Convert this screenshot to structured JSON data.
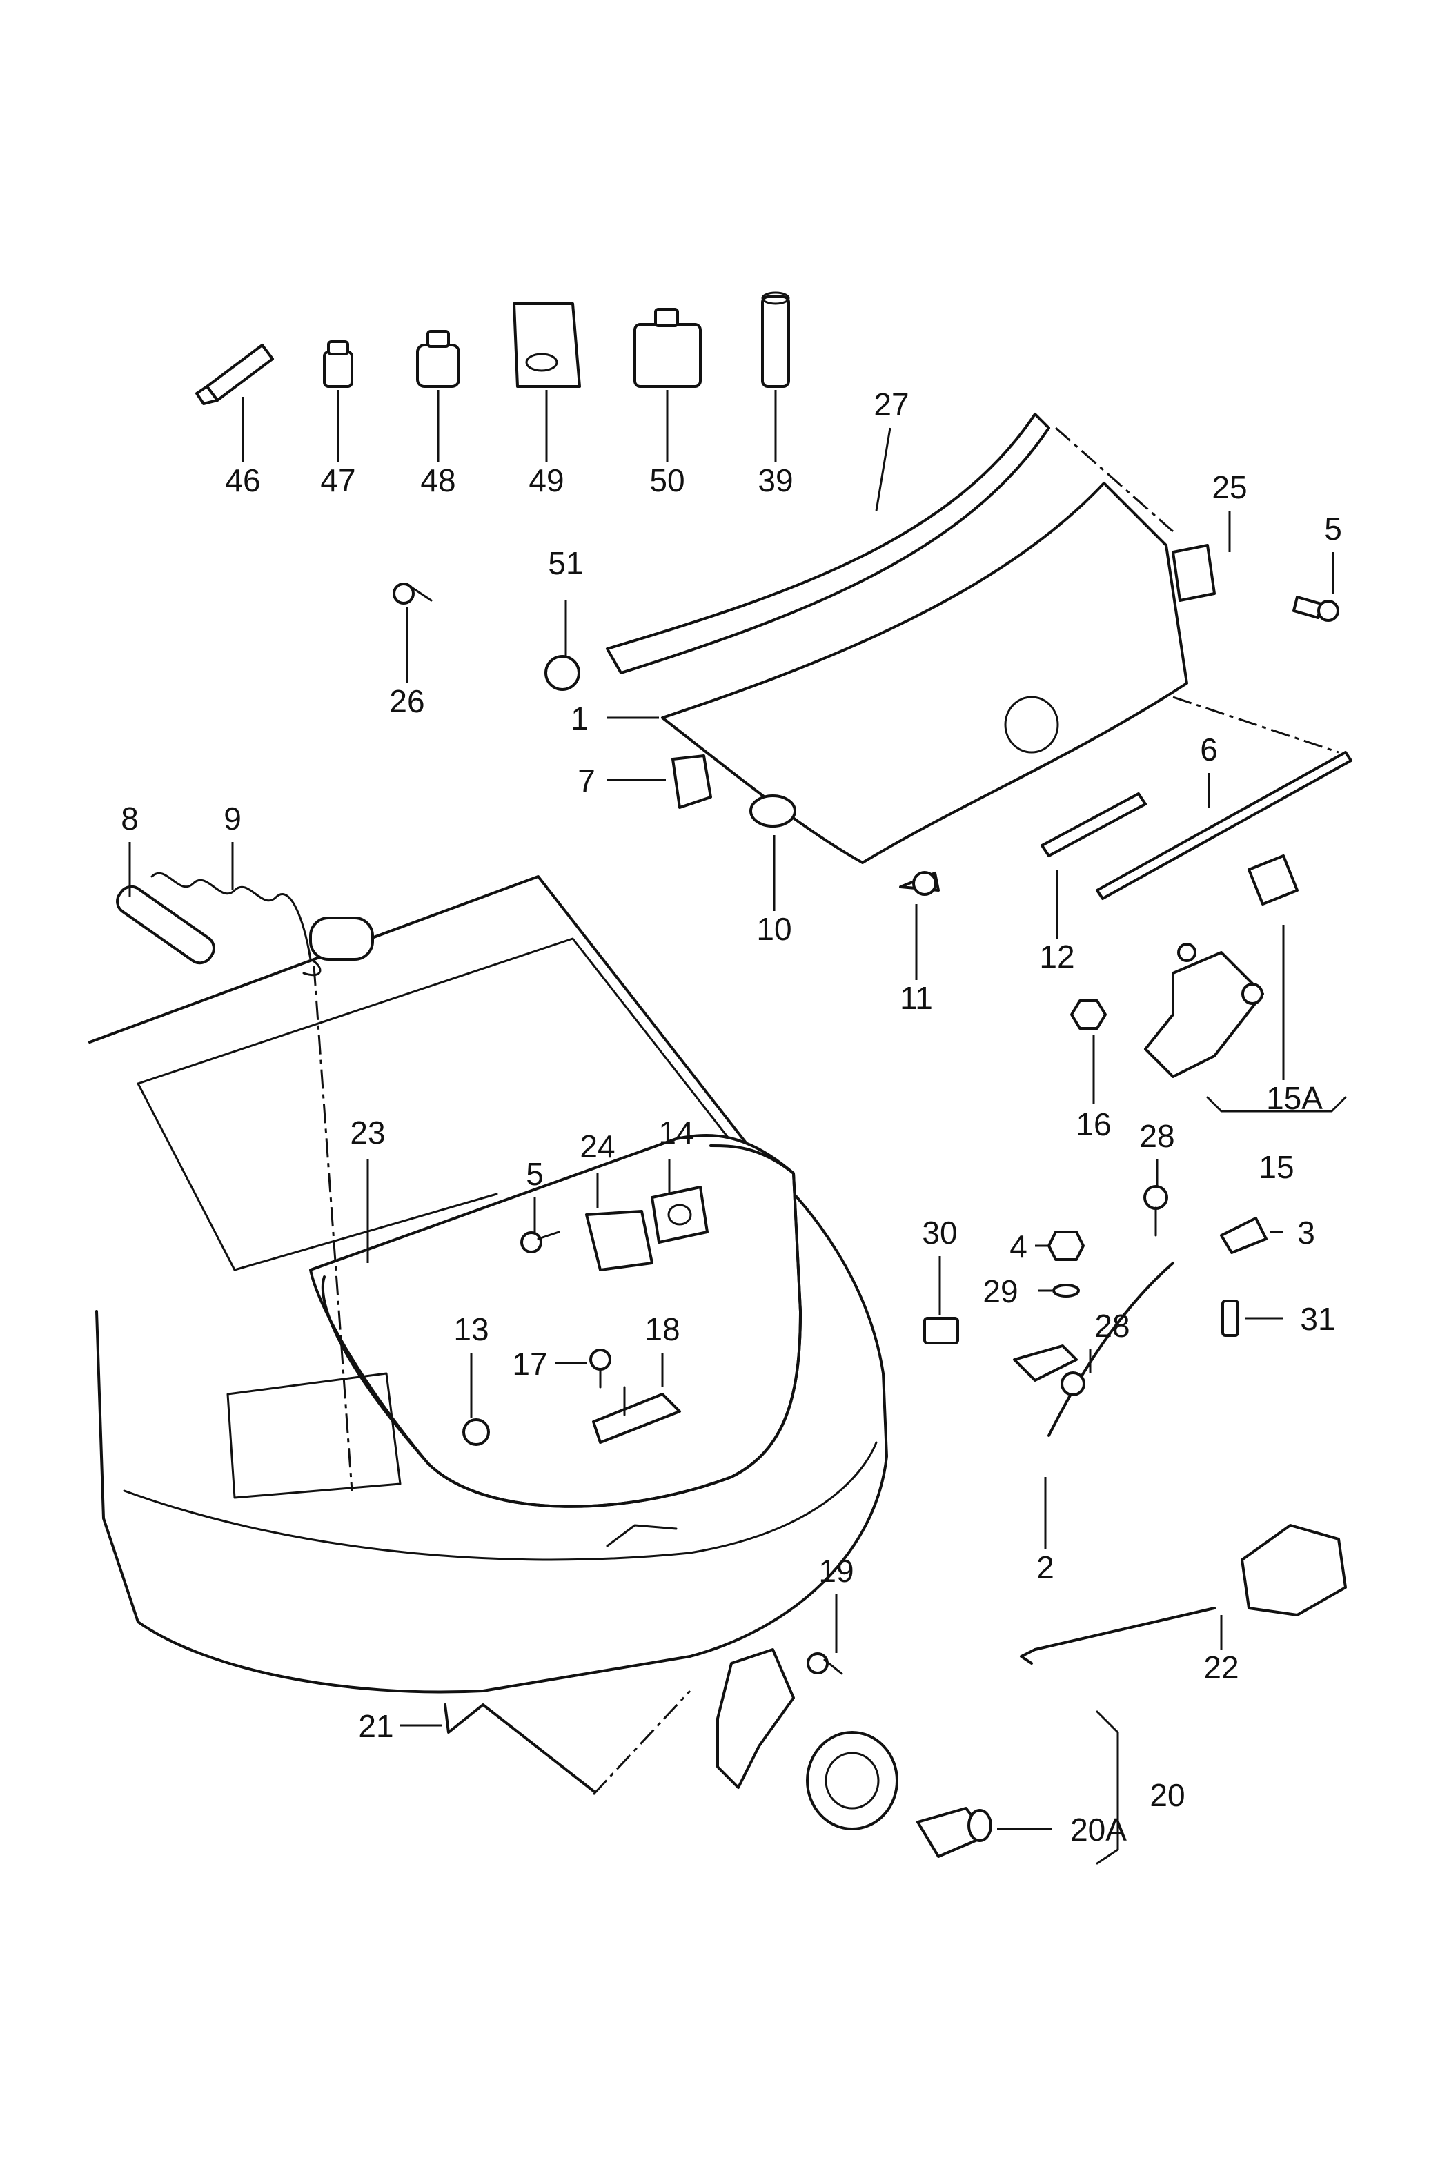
{
  "diagram": {
    "callouts": {
      "c46": "46",
      "c47": "47",
      "c48": "48",
      "c49": "49",
      "c50": "50",
      "c39": "39",
      "c27": "27",
      "c25": "25",
      "c5a": "5",
      "c51": "51",
      "c26": "26",
      "c1": "1",
      "c7": "7",
      "c6": "6",
      "c8": "8",
      "c9": "9",
      "c10": "10",
      "c11": "11",
      "c12": "12",
      "c15a": "15A",
      "c16": "16",
      "c15": "15",
      "c23": "23",
      "c24": "24",
      "c14": "14",
      "c5b": "5",
      "c28a": "28",
      "c30": "30",
      "c4": "4",
      "c3": "3",
      "c29": "29",
      "c31": "31",
      "c13": "13",
      "c17": "17",
      "c18": "18",
      "c28b": "28",
      "c2": "2",
      "c22": "22",
      "c19": "19",
      "c21": "21",
      "c20": "20",
      "c20a": "20A"
    }
  }
}
